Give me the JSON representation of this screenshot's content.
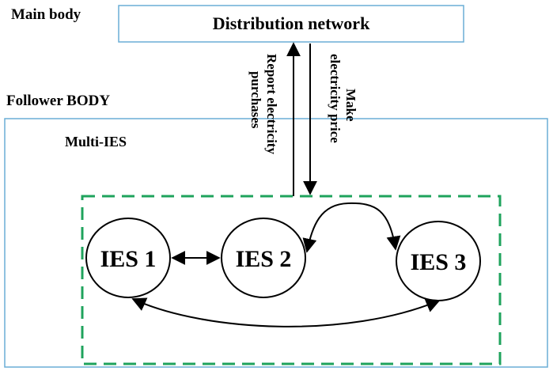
{
  "labels": {
    "main_body": "Main body",
    "distribution_network": "Distribution network",
    "report_line_1": "Report electricity",
    "report_line_2": "purchases",
    "price_line_1": "Make",
    "price_line_2": "electricity price",
    "follower_body": "Follower BODY",
    "multi_ies": "Multi-IES"
  },
  "nodes": [
    {
      "id": "ies1",
      "label": "IES 1"
    },
    {
      "id": "ies2",
      "label": "IES 2"
    },
    {
      "id": "ies3",
      "label": "IES 3"
    }
  ],
  "colors": {
    "box_border": "#6aaed6",
    "dashed_border": "#1fa35c",
    "line": "#000000"
  }
}
